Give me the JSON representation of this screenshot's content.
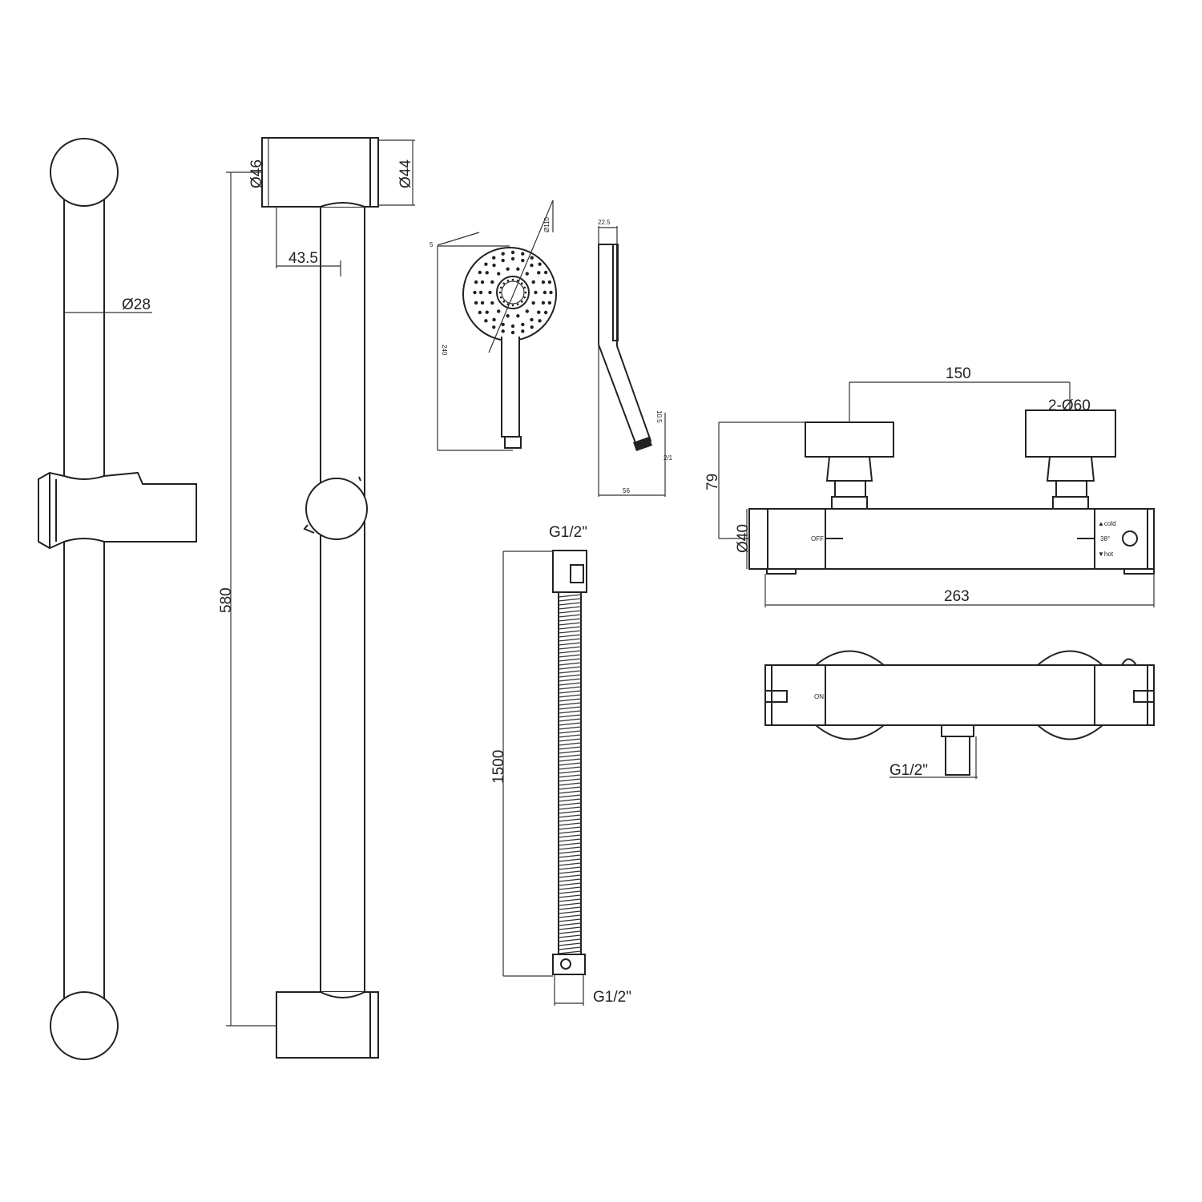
{
  "drawing": {
    "slide_rail": {
      "diameter": "Ø28"
    },
    "rail_side": {
      "length": "580",
      "bracket_diameter_top": "Ø46",
      "bracket_diameter_right": "Ø44",
      "offset": "43.5"
    },
    "hand_shower": {
      "head_diameter": "Ø110",
      "length": "240",
      "top_mark": "5",
      "thickness": "22.5",
      "outlet": "10.5",
      "outlet_thread": "2/1",
      "depth": "56"
    },
    "hose": {
      "length": "1500",
      "thread_top": "G1/2\"",
      "thread_bottom": "G1/2\""
    },
    "valve": {
      "centres": "150",
      "flanges": "2-Ø60",
      "height": "79",
      "body_diameter": "Ø40",
      "width": "263",
      "off_label": "OFF",
      "on_label": "ON",
      "cold_label": "▲cold",
      "temp_label": "38°",
      "hot_label": "▼hot",
      "outlet_thread": "G1/2\""
    }
  }
}
